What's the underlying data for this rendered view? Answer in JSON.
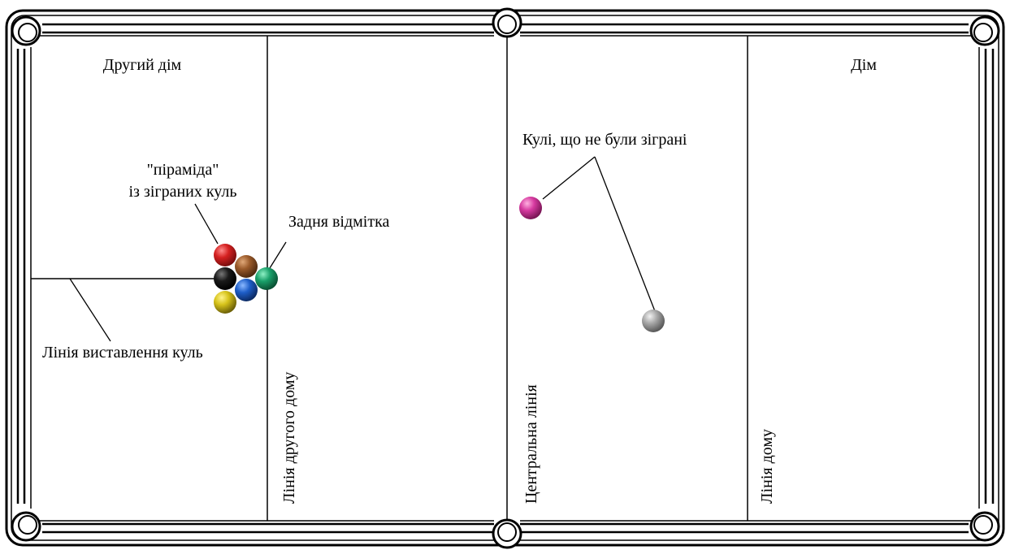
{
  "labels": {
    "second_home": "Другий дім",
    "home": "Дім",
    "pyramid_line1": "\"піраміда\"",
    "pyramid_line2": "із зіграних куль",
    "back_spot": "Задня відмітка",
    "unplayed_balls": "Кулі, що не були зіграні",
    "setup_line": "Лінія виставлення куль",
    "second_home_line": "Лінія другого дому",
    "center_line": "Центральна лінія",
    "home_line": "Лінія дому"
  },
  "balls": {
    "pyramid": [
      {
        "name": "red-ball",
        "color": "#d42020"
      },
      {
        "name": "brown-ball",
        "color": "#9a5a2a"
      },
      {
        "name": "black-ball",
        "color": "#1a1a1a"
      },
      {
        "name": "blue-ball",
        "color": "#1e5ec8"
      },
      {
        "name": "yellow-ball",
        "color": "#d6c21a"
      },
      {
        "name": "green-ball",
        "color": "#1aa06a"
      }
    ],
    "unplayed": [
      {
        "name": "pink-ball",
        "color": "#d63aa0"
      },
      {
        "name": "grey-ball",
        "color": "#a8a8a8"
      }
    ]
  }
}
